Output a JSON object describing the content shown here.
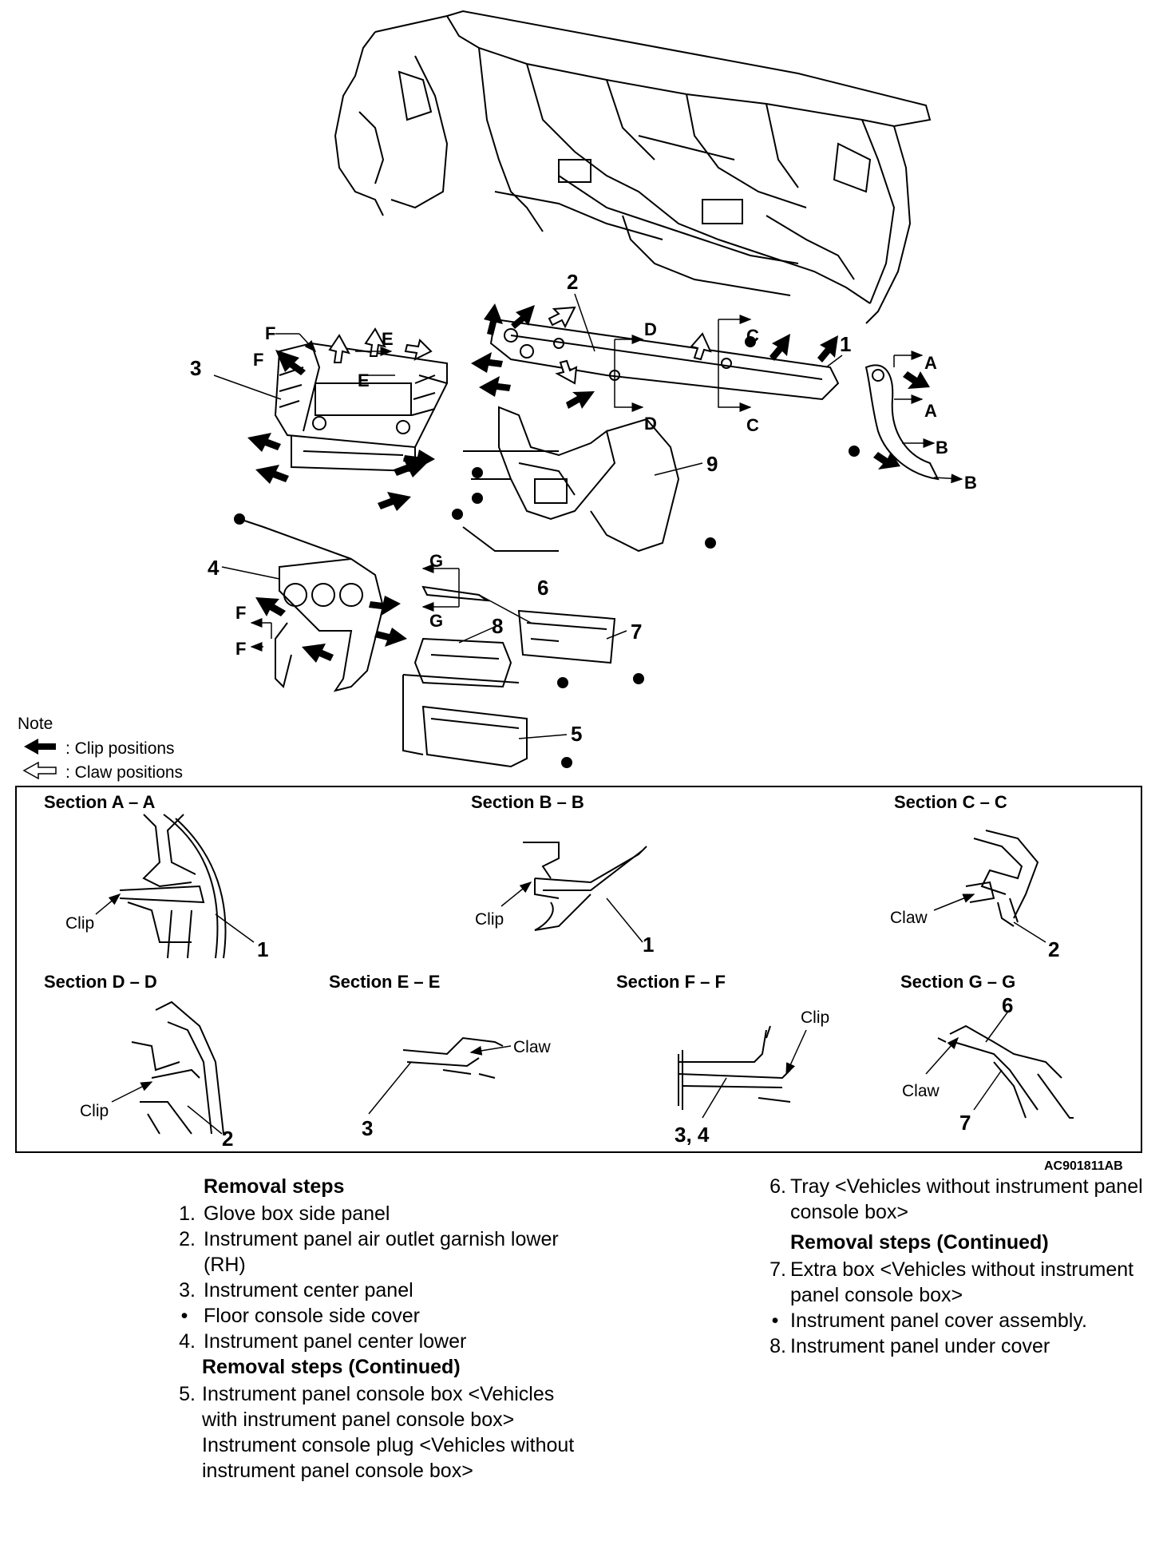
{
  "diagram": {
    "callouts": {
      "n1": "1",
      "n2": "2",
      "n3": "3",
      "n4": "4",
      "n5": "5",
      "n6": "6",
      "n7": "7",
      "n8": "8",
      "n9": "9"
    },
    "section_letters": {
      "A": "A",
      "B": "B",
      "C": "C",
      "D": "D",
      "E": "E",
      "F": "F",
      "G": "G"
    },
    "note": {
      "title": "Note",
      "clip": ": Clip positions",
      "claw": ": Claw positions"
    },
    "sections": [
      {
        "title": "Section A – A",
        "labels": [
          "Clip",
          "1"
        ]
      },
      {
        "title": "Section B – B",
        "labels": [
          "Clip",
          "1"
        ]
      },
      {
        "title": "Section C – C",
        "labels": [
          "Claw",
          "2"
        ]
      },
      {
        "title": "Section D – D",
        "labels": [
          "Clip",
          "2"
        ]
      },
      {
        "title": "Section E – E",
        "labels": [
          "Claw",
          "3"
        ]
      },
      {
        "title": "Section F – F",
        "labels": [
          "Clip",
          "3, 4"
        ]
      },
      {
        "title": "Section G – G",
        "labels": [
          "6",
          "Claw",
          "7"
        ]
      }
    ],
    "code": "AC901811AB"
  },
  "steps": {
    "left": {
      "header": "Removal steps",
      "items": [
        {
          "num": "1.",
          "text": "Glove box side panel"
        },
        {
          "num": "2.",
          "text": "Instrument panel air outlet garnish lower (RH)"
        },
        {
          "num": "3.",
          "text": "Instrument center panel"
        },
        {
          "num": "•",
          "text": "Floor console side cover"
        },
        {
          "num": "4.",
          "text": "Instrument panel center lower"
        }
      ],
      "header2": "Removal steps (Continued)",
      "items2": [
        {
          "num": "5.",
          "text": "Instrument panel console box <Vehicles with instrument panel console box>"
        },
        {
          "num": "",
          "text": "Instrument console plug <Vehicles without instrument panel console box>"
        }
      ]
    },
    "right": {
      "items": [
        {
          "num": "6.",
          "text": "Tray <Vehicles without instrument panel console box>"
        }
      ],
      "header": "Removal steps (Continued)",
      "items2": [
        {
          "num": "7.",
          "text": "Extra box <Vehicles without instrument panel console box>"
        },
        {
          "num": "•",
          "text": "Instrument panel cover assembly."
        },
        {
          "num": "8.",
          "text": "Instrument panel under cover"
        }
      ]
    }
  }
}
